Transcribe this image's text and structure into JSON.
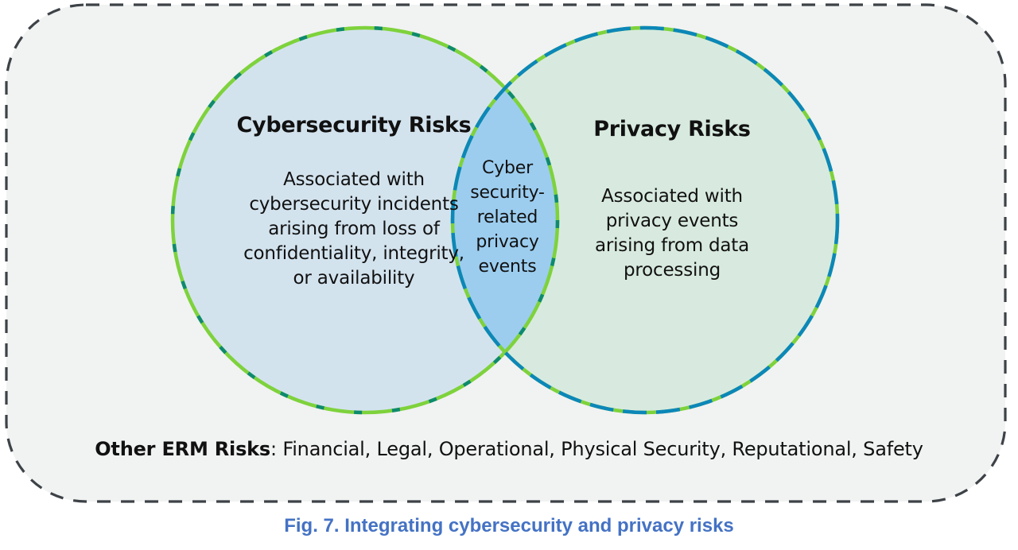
{
  "figure": {
    "caption": "Fig. 7. Integrating cybersecurity and privacy risks"
  },
  "colors": {
    "frame_fill": "#f1f2f2",
    "frame_border": "#3d4247",
    "left_circle_fill": "#d3e3ee",
    "right_circle_fill": "#d8eadf",
    "intersection_fill": "#9ccdef",
    "green_stroke": "#7ed23c",
    "teal_dash": "#0e8a6e",
    "blue_dash": "#0c87b8",
    "caption_color": "#4472c4"
  },
  "left_set": {
    "title": "Cybersecurity Risks",
    "description_lines": [
      "Associated with",
      "cybersecurity incidents",
      "arising from loss of",
      "confidentiality, integrity,",
      "or availability"
    ]
  },
  "right_set": {
    "title": "Privacy Risks",
    "description_lines": [
      "Associated with",
      "privacy events",
      "arising from data",
      "processing"
    ]
  },
  "intersection": {
    "lines": [
      "Cyber",
      "security-",
      "related",
      "privacy",
      "events"
    ]
  },
  "other_risks": {
    "label": "Other ERM Risks",
    "separator": ": ",
    "items_text": "Financial, Legal, Operational, Physical Security, Reputational, Safety"
  }
}
